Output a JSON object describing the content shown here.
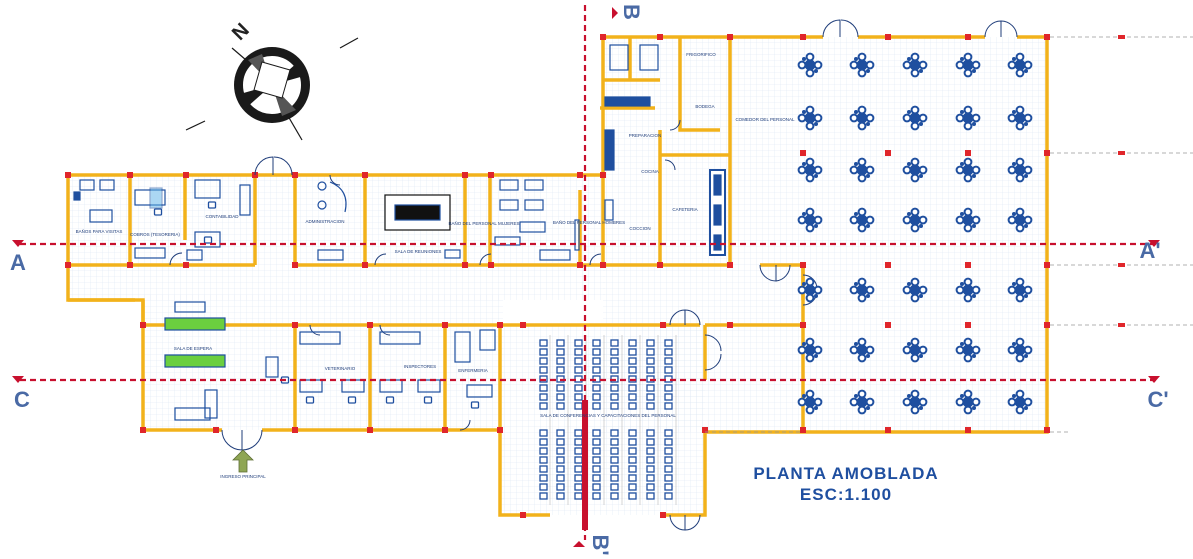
{
  "compass": {
    "north_label": "N"
  },
  "section_marks": {
    "a_left": "A",
    "a_right": "A'",
    "b_top": "B",
    "b_bottom": "B'",
    "c_left": "C",
    "c_right": "C'"
  },
  "title": {
    "line1": "PLANTA  AMOBLADA",
    "line2": "ESC:1.100"
  },
  "rooms": {
    "banos_visitas": "BAÑOS PARA VISITAS",
    "cobros": "COBROS (TESORERIA)",
    "contabilidad": "CONTABILIDAD",
    "administracion": "ADMINISTRACION",
    "sala_reuniones": "SALA DE REUNIONES",
    "bano_mujeres": "BAÑO DEL PERSONAL MUJERES",
    "bano_hombres": "BAÑO DEL PERSONAL HOMBRES",
    "frigorifico": "FRIGORIFICO",
    "bodega": "BODEGA",
    "preparacion": "PREPARACION",
    "cocina": "COCINA",
    "coccion": "COCCION",
    "cafeteria": "CAFETERIA",
    "comedor": "COMEDOR DEL PERSONAL",
    "sala_espera": "SALA DE ESPERA",
    "veterinario": "VETERINARIO",
    "inspectores": "INSPECTORES",
    "enfermeria": "ENFERMERIA",
    "sala_capacitaciones": "SALA DE CONFERENCIAS Y CAPACITACIONES DEL PERSONAL",
    "ingreso": "INGRESO PRINCIPAL"
  },
  "colors": {
    "wall": "#f2b21b",
    "column": "#e0262b",
    "section_line": "#c8102e",
    "furniture": "#1f4f9f",
    "floor_grid": "#dbe6f3",
    "arrow": "#8fa654"
  }
}
